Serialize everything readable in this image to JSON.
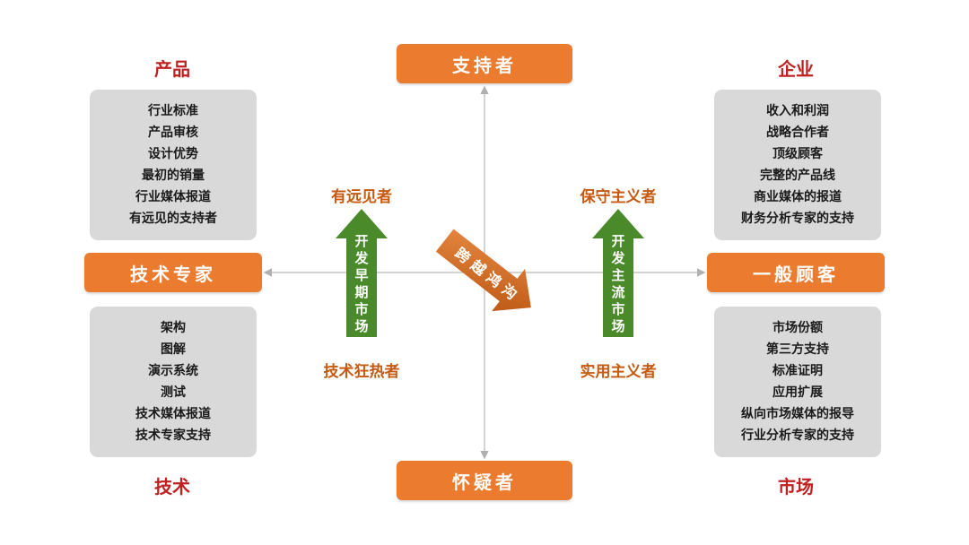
{
  "corners": {
    "top_left": "产品",
    "top_right": "企业",
    "bottom_left": "技术",
    "bottom_right": "市场"
  },
  "axis": {
    "top": "支持者",
    "bottom": "怀疑者",
    "left": "技术专家",
    "right": "一般顾客"
  },
  "boxes": {
    "top_left": [
      "行业标准",
      "产品审核",
      "设计优势",
      "最初的销量",
      "行业媒体报道",
      "有远见的支持者"
    ],
    "top_right": [
      "收入和利润",
      "战略合作者",
      "顶级顾客",
      "完整的产品线",
      "商业媒体的报道",
      "财务分析专家的支持"
    ],
    "bottom_left": [
      "架构",
      "图解",
      "演示系统",
      "测试",
      "技术媒体报道",
      "技术专家支持"
    ],
    "bottom_right": [
      "市场份额",
      "第三方支持",
      "标准证明",
      "应用扩展",
      "纵向市场媒体的报导",
      "行业分析专家的支持"
    ]
  },
  "labels": {
    "visionaries": "有远见者",
    "enthusiasts": "技术狂热者",
    "conservatives": "保守主义者",
    "pragmatists": "实用主义者"
  },
  "arrows": {
    "early_market": "开发早期市场",
    "mainstream_market": "开发主流市场",
    "chasm": "跨越鸿沟"
  },
  "colors": {
    "orange": "#ea7b2f",
    "green": "#4a8a2a",
    "red_text": "#c0201f",
    "gray_box": "#d9d9d9",
    "chasm_arrow": "#c8601a"
  }
}
